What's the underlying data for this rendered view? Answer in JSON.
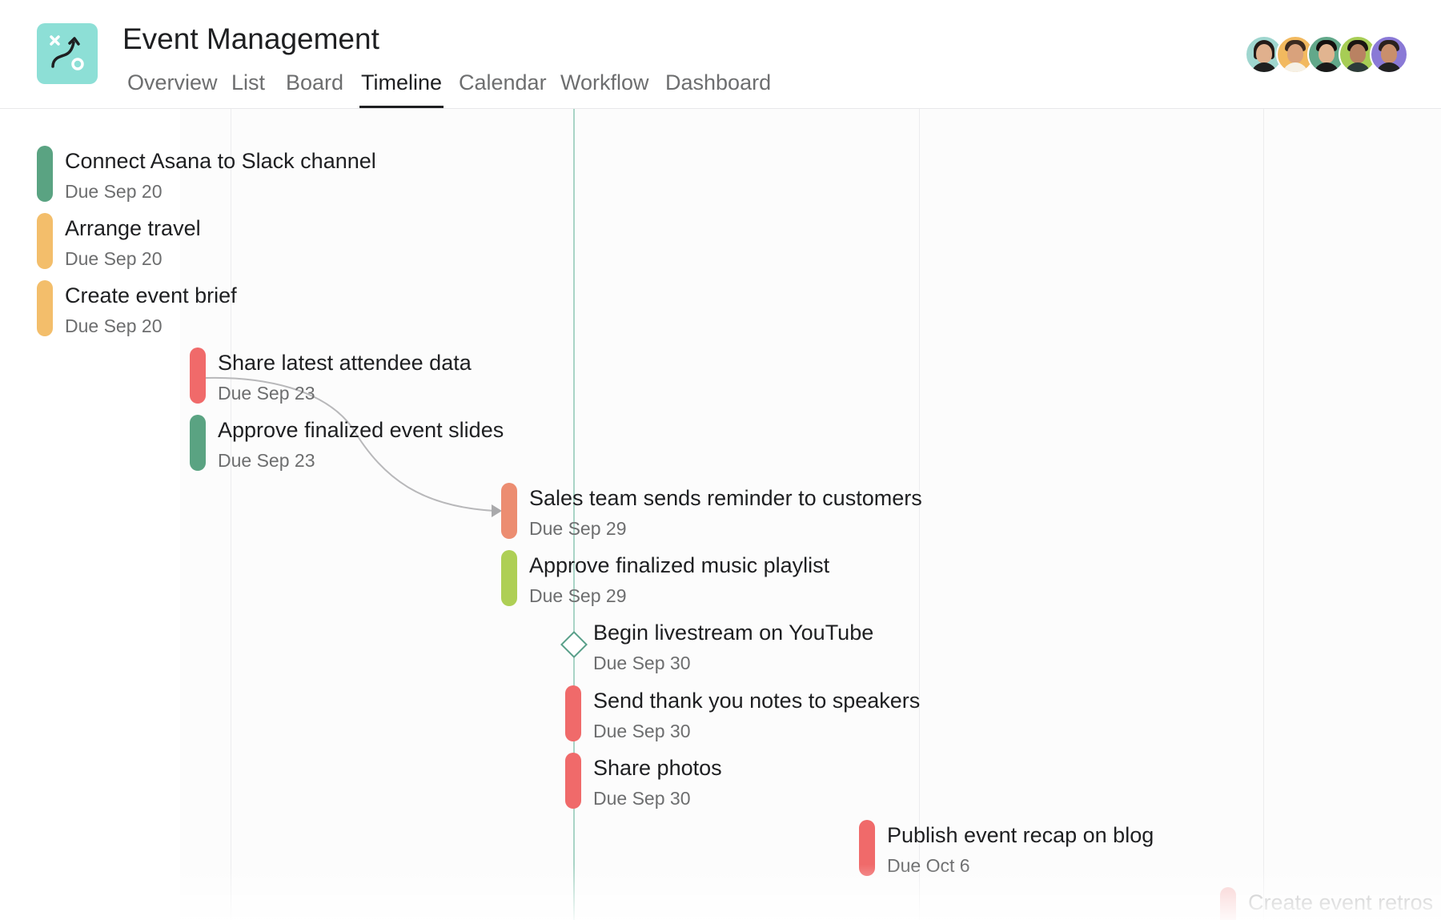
{
  "header": {
    "title": "Event Management",
    "tabs": [
      {
        "label": "Overview",
        "active": false
      },
      {
        "label": "List",
        "active": false
      },
      {
        "label": "Board",
        "active": false
      },
      {
        "label": "Timeline",
        "active": true
      },
      {
        "label": "Calendar",
        "active": false
      },
      {
        "label": "Workflow",
        "active": false
      },
      {
        "label": "Dashboard",
        "active": false
      }
    ],
    "app_icon": "workflow-icon",
    "avatar_count": 5
  },
  "colors": {
    "green": "#5aa382",
    "orange": "#f3be6b",
    "red": "#f06a6a",
    "salmon": "#ec8d71",
    "lime": "#aecf55",
    "teal_icon_bg": "#8ddfd6",
    "today_line": "#a9d4c6"
  },
  "tasks": [
    {
      "name": "Connect Asana to Slack channel",
      "due": "Due Sep 20",
      "color": "#5aa382",
      "type": "task"
    },
    {
      "name": "Arrange travel",
      "due": "Due Sep 20",
      "color": "#f3be6b",
      "type": "task"
    },
    {
      "name": "Create event brief",
      "due": "Due Sep 20",
      "color": "#f3be6b",
      "type": "task"
    },
    {
      "name": "Share latest attendee data",
      "due": "Due Sep 23",
      "color": "#f06a6a",
      "type": "task"
    },
    {
      "name": "Approve finalized event slides",
      "due": "Due Sep 23",
      "color": "#5aa382",
      "type": "task"
    },
    {
      "name": "Sales team sends reminder to customers",
      "due": "Due Sep 29",
      "color": "#ec8d71",
      "type": "task"
    },
    {
      "name": "Approve finalized music playlist",
      "due": "Due Sep 29",
      "color": "#aecf55",
      "type": "task"
    },
    {
      "name": "Begin livestream on YouTube",
      "due": "Due Sep 30",
      "color": "#5aa08a",
      "type": "milestone"
    },
    {
      "name": "Send thank you notes to speakers",
      "due": "Due Sep 30",
      "color": "#f06a6a",
      "type": "task"
    },
    {
      "name": "Share photos",
      "due": "Due Sep 30",
      "color": "#f06a6a",
      "type": "task"
    },
    {
      "name": "Publish event recap on blog",
      "due": "Due Oct 6",
      "color": "#f06a6a",
      "type": "task"
    },
    {
      "name": "Create event retros",
      "due": "",
      "color": "#f06a6a",
      "type": "task"
    }
  ]
}
